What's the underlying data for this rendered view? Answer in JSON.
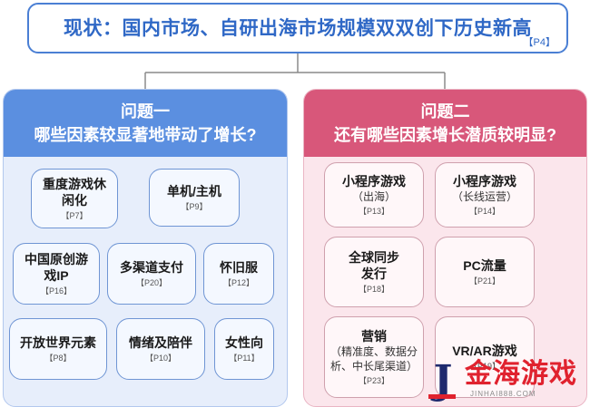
{
  "header": {
    "title": "现状：国内市场、自研出海市场规模双双创下历史新高",
    "page": "【P4】"
  },
  "left": {
    "heading_line1": "问题一",
    "heading_line2": "哪些因素较显著地带动了增长?",
    "cards": [
      {
        "title": "重度游戏休闲化",
        "page": "【P7】"
      },
      {
        "title": "单机/主机",
        "page": "【P9】"
      },
      {
        "title": "中国原创游戏IP",
        "page": "【P16】"
      },
      {
        "title": "多渠道支付",
        "page": "【P20】"
      },
      {
        "title": "怀旧服",
        "page": "【P12】"
      },
      {
        "title": "开放世界元素",
        "page": "【P8】"
      },
      {
        "title": "情绪及陪伴",
        "page": "【P10】"
      },
      {
        "title": "女性向",
        "page": "【P11】"
      }
    ]
  },
  "right": {
    "heading_line1": "问题二",
    "heading_line2": "还有哪些因素增长潜质较明显?",
    "cards": [
      {
        "title": "小程序游戏",
        "sub": "（出海）",
        "page": "【P13】"
      },
      {
        "title": "小程序游戏",
        "sub": "（长线运营）",
        "page": "【P14】"
      },
      {
        "title": "全球同步发行",
        "page": "【P18】"
      },
      {
        "title": "PC流量",
        "page": "【P21】"
      },
      {
        "title": "营销",
        "sub": "（精准度、数据分析、中长尾渠道）",
        "page": "【P23】"
      },
      {
        "title": "VR/AR游戏",
        "page": "【P19】"
      }
    ]
  },
  "logo": {
    "mark": "J",
    "text": "金海游戏",
    "sub": "JINHAI888.COM"
  },
  "colors": {
    "blue_accent": "#5b8fe0",
    "pink_accent": "#d8577a",
    "title_blue": "#2f68c6",
    "logo_red": "#e0222e"
  }
}
